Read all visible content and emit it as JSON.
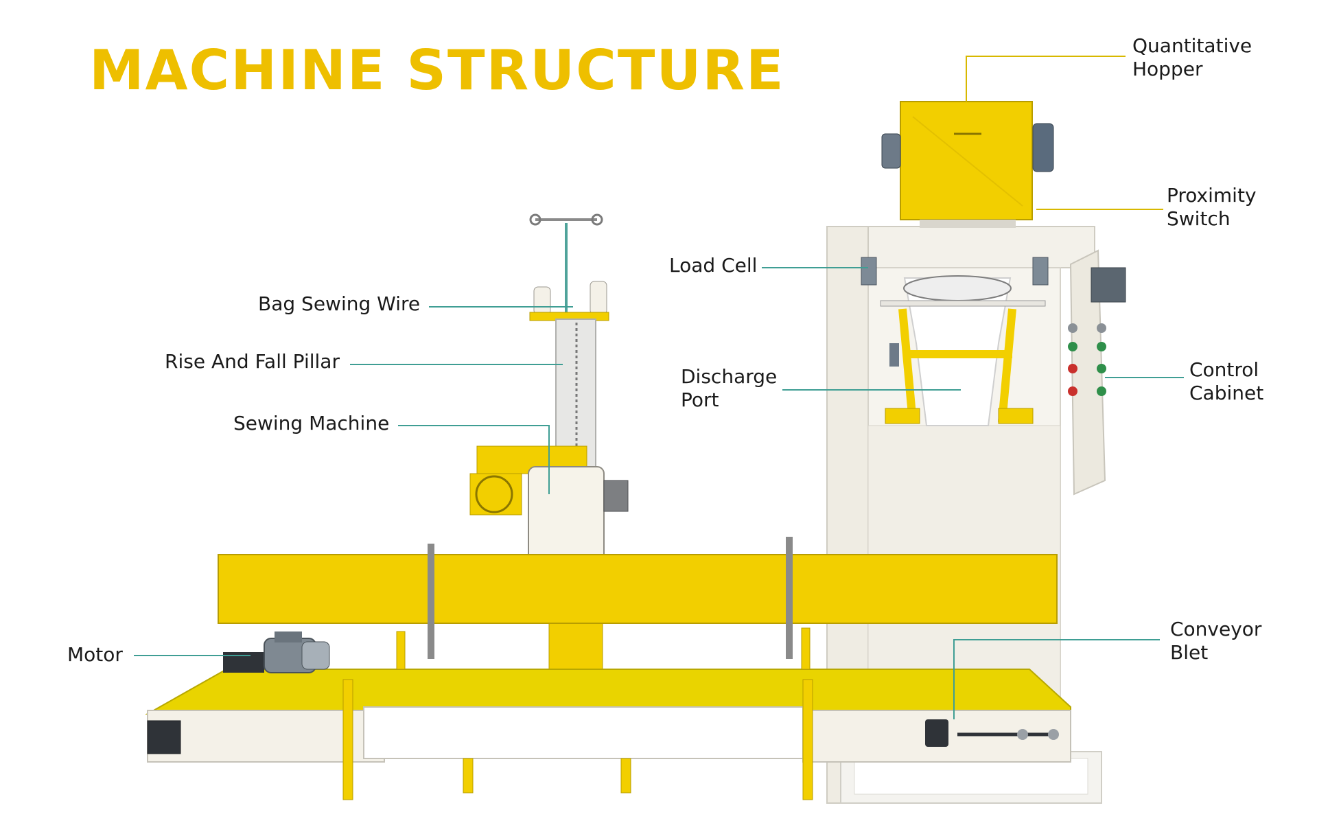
{
  "title": "MACHINE STRUCTURE",
  "colors": {
    "accent": "#eebf00",
    "machine_yellow": "#f2cf00",
    "machine_cream": "#f3f1ea",
    "leader_teal": "#3f9e94",
    "leader_yellow": "#d8b800",
    "text": "#1a1a1a"
  },
  "labels": {
    "quantitative_hopper": [
      "Quantitative",
      "Hopper"
    ],
    "proximity_switch": [
      "Proximity",
      "Switch"
    ],
    "load_cell": [
      "Load Cell"
    ],
    "bag_sewing_wire": [
      "Bag Sewing Wire"
    ],
    "rise_and_fall_pillar": [
      "Rise And Fall Pillar"
    ],
    "discharge_port": [
      "Discharge",
      "Port"
    ],
    "control_cabinet": [
      "Control",
      "Cabinet"
    ],
    "sewing_machine": [
      "Sewing Machine"
    ],
    "motor": [
      "Motor"
    ],
    "conveyor_belt": [
      "Conveyor",
      "Blet"
    ]
  }
}
